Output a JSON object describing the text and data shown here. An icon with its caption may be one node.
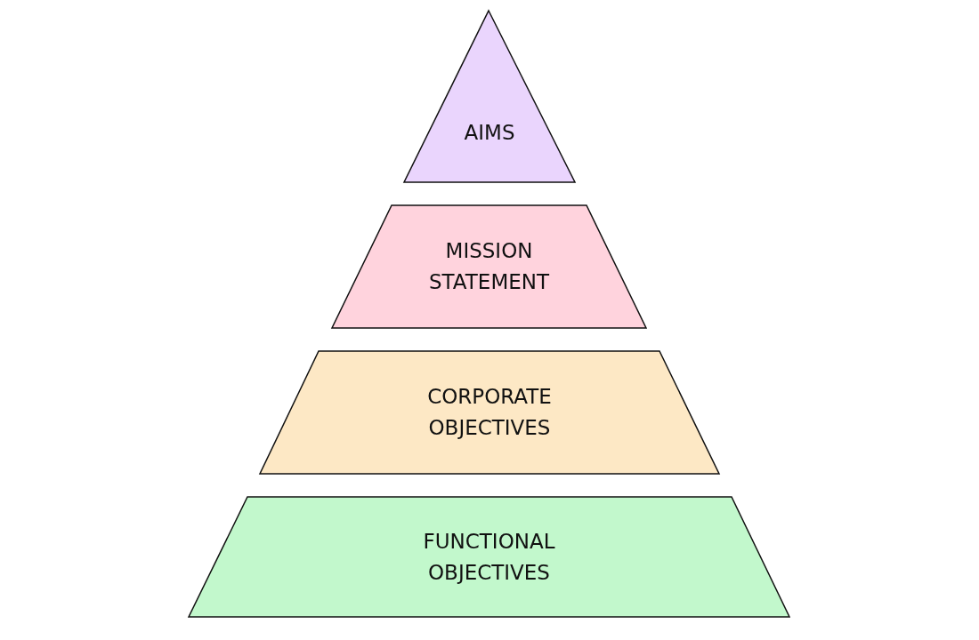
{
  "diagram": {
    "nodes": [
      {
        "text": [
          "AIMS"
        ]
      },
      {
        "text": [
          "MISSION STATEMENT"
        ]
      },
      {
        "text": [
          "CORPORATE OBJECTIVES"
        ]
      },
      {
        "text": [
          "FUNCTIONAL OBJECTIVES"
        ]
      }
    ]
  }
}
